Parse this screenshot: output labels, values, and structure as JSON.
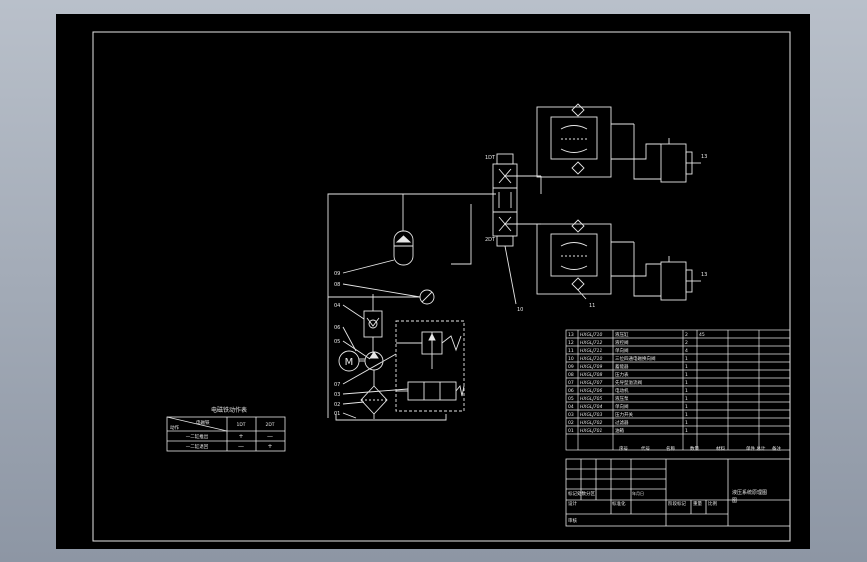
{
  "legend_table": {
    "title": "电磁铁动作表",
    "header_corner_top": "电磁铁",
    "header_corner_bottom": "动作",
    "col1": "1DT",
    "col2": "2DT",
    "rows": [
      {
        "label": "一二缸推出",
        "v1": "+",
        "v2": "—"
      },
      {
        "label": "一二缸退回",
        "v1": "—",
        "v2": "+"
      }
    ]
  },
  "parts_list": [
    {
      "no": "13",
      "code": "HXGLJ710",
      "name": "液压缸",
      "qty": "2",
      "material": "45"
    },
    {
      "no": "12",
      "code": "HXGLJ712",
      "name": "液控阀",
      "qty": "2",
      "material": ""
    },
    {
      "no": "11",
      "code": "HXGLJ711",
      "name": "单向阀",
      "qty": "4",
      "material": ""
    },
    {
      "no": "10",
      "code": "HXGLJ710",
      "name": "三位四通电磁换向阀",
      "qty": "1",
      "material": ""
    },
    {
      "no": "09",
      "code": "HXGLJ709",
      "name": "蓄能器",
      "qty": "1",
      "material": ""
    },
    {
      "no": "08",
      "code": "HXGLJ708",
      "name": "压力表",
      "qty": "1",
      "material": ""
    },
    {
      "no": "07",
      "code": "HXGLJ707",
      "name": "先导型溢流阀",
      "qty": "1",
      "material": ""
    },
    {
      "no": "06",
      "code": "HXGLJ706",
      "name": "电动机",
      "qty": "1",
      "material": ""
    },
    {
      "no": "05",
      "code": "HXGLJ705",
      "name": "液压泵",
      "qty": "1",
      "material": ""
    },
    {
      "no": "04",
      "code": "HXGLJ704",
      "name": "单向阀",
      "qty": "1",
      "material": ""
    },
    {
      "no": "03",
      "code": "HXGLJ703",
      "name": "压力开关",
      "qty": "1",
      "material": ""
    },
    {
      "no": "02",
      "code": "HXGLJ702",
      "name": "过滤器",
      "qty": "1",
      "material": ""
    },
    {
      "no": "01",
      "code": "HXGLJ701",
      "name": "油箱",
      "qty": "1",
      "material": ""
    }
  ],
  "parts_header": {
    "no": "序号",
    "code": "代号",
    "name": "名称",
    "qty": "数量",
    "material": "材料",
    "weight": "单件 总计",
    "remark": "备注"
  },
  "title_block": {
    "revision_label": "标记处数分区",
    "designer_label": "设计",
    "standard_label": "标准化",
    "audit_label": "审核",
    "date_label": "年月日",
    "stage_label": "阶段标记",
    "weight_label": "重量",
    "scale_label": "比例",
    "drawing_title": "液压系统原理图",
    "drawing_no": "图"
  },
  "callouts": {
    "accumulator": "09",
    "pressure_gauge": "08",
    "check_valve_pump": "04",
    "motor": "06",
    "pump": "05",
    "relief_valve": "07",
    "pressure_switch": "03",
    "filter": "02",
    "tank": "01",
    "solenoid_top": "1DT",
    "solenoid_bottom": "2DT",
    "directional_valve": "10",
    "check_valve_circuit": "11",
    "cylinder_top": "13",
    "cylinder_bottom": "13"
  }
}
